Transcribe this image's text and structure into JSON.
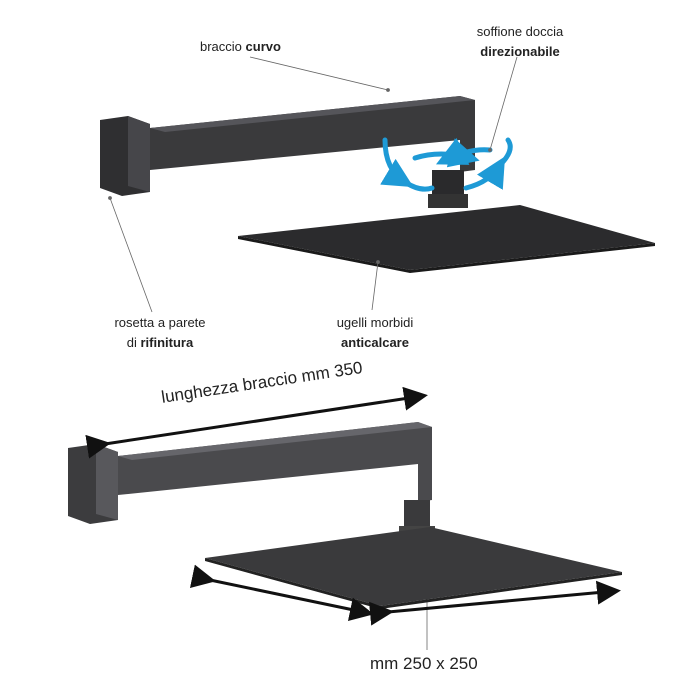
{
  "labels": {
    "arm": {
      "normal": "braccio ",
      "bold": "curvo"
    },
    "head": {
      "line1": "soffione doccia",
      "bold": "direzionabile"
    },
    "rosette": {
      "line1": "rosetta a parete",
      "line2_normal": "di ",
      "bold": "rifinitura"
    },
    "nozzles": {
      "line1": "ugelli morbidi",
      "bold": "anticalcare"
    }
  },
  "dimensions": {
    "arm_length": "lunghezza braccio mm 350",
    "head_size": "mm 250 x 250"
  },
  "colors": {
    "product": "#3a3a3c",
    "rotation_arrows": "#1e9ad6",
    "dimension_arrows": "#111111"
  }
}
